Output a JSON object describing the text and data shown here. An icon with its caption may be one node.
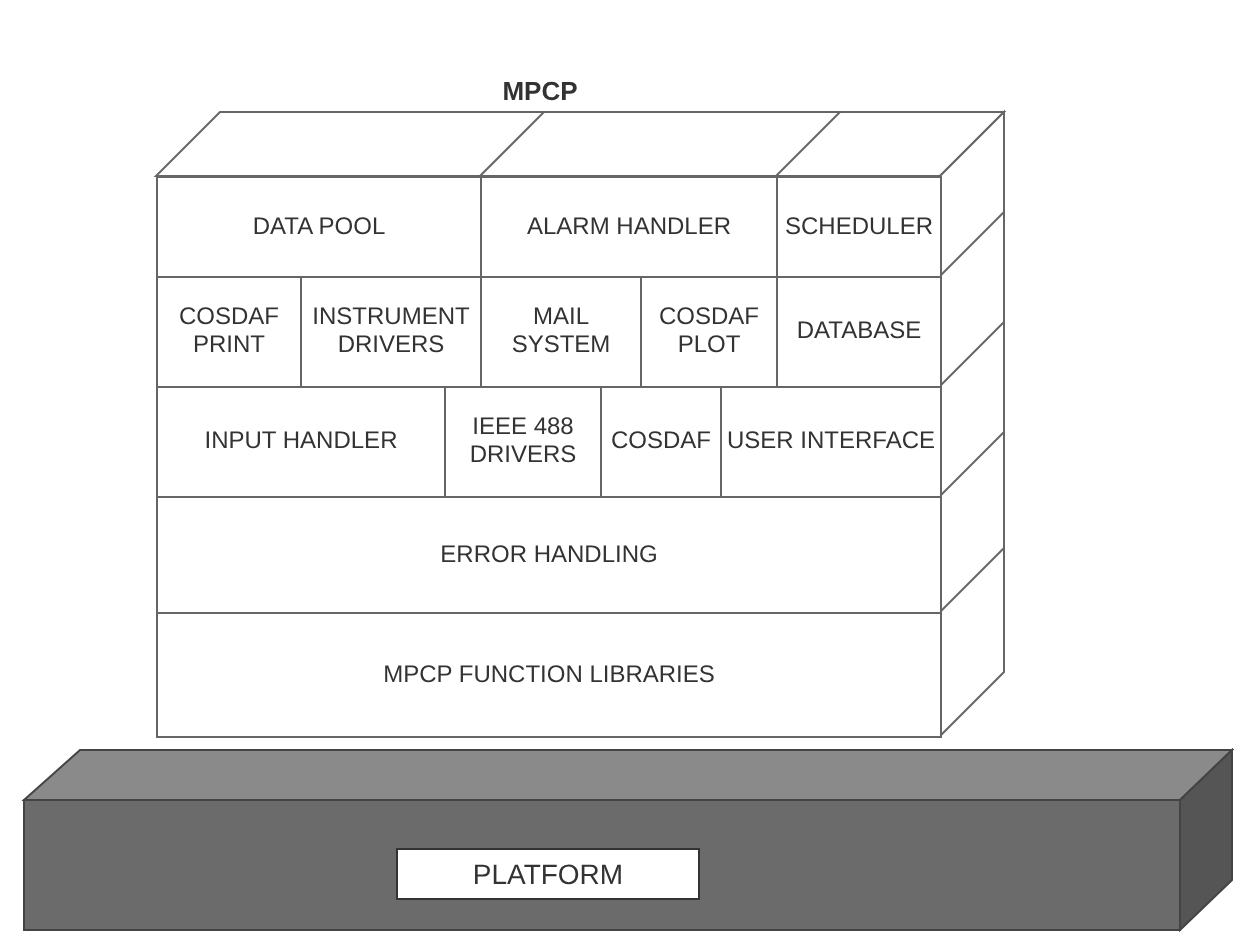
{
  "diagram": {
    "nodes": [
      {
        "text": [
          "MPCP"
        ]
      },
      {
        "text": [
          "DATA POOL"
        ],
        "in": 0
      },
      {
        "text": [
          "ALARM HANDLER"
        ],
        "in": 0
      },
      {
        "text": [
          "SCHEDULER"
        ],
        "in": 0
      },
      {
        "text": [
          "COSDAF PRINT"
        ],
        "in": 0
      },
      {
        "text": [
          "INSTRUMENT DRIVERS"
        ],
        "in": 0
      },
      {
        "text": [
          "MAIL SYSTEM"
        ],
        "in": 0
      },
      {
        "text": [
          "COSDAF PLOT"
        ],
        "in": 0
      },
      {
        "text": [
          "DATABASE"
        ],
        "in": 0
      },
      {
        "text": [
          "INPUT HANDLER"
        ],
        "in": 0
      },
      {
        "text": [
          "IEEE 488 DRIVERS"
        ],
        "in": 0
      },
      {
        "text": [
          "COSDAF"
        ],
        "in": 0
      },
      {
        "text": [
          "USER INTERFACE"
        ],
        "in": 0
      },
      {
        "text": [
          "ERROR HANDLING"
        ],
        "in": 0
      },
      {
        "text": [
          "MPCP FUNCTION LIBRARIES"
        ],
        "in": 0
      },
      {
        "text": [
          "PLATFORM"
        ]
      }
    ],
    "edges": []
  }
}
